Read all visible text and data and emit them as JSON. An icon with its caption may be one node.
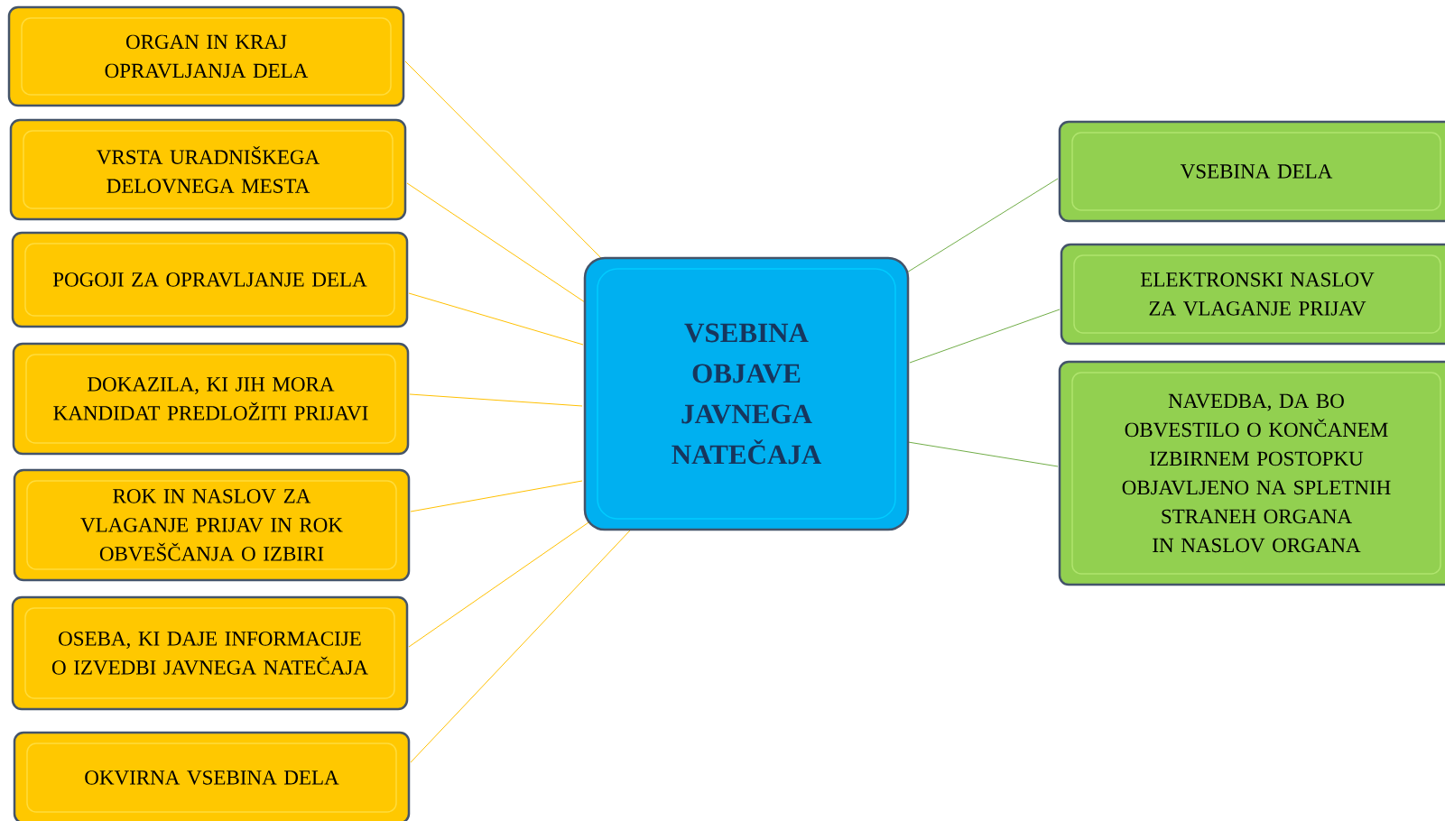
{
  "diagram": {
    "nodes": [
      {
        "text": [
          "VSEBINA OBJAVE JAVNEGA NATEČAJA"
        ]
      },
      {
        "text": [
          "ORGAN IN KRAJ OPRAVLJANJA DELA"
        ]
      },
      {
        "text": [
          "VRSTA URADNIŠKEGA DELOVNEGA MESTA"
        ]
      },
      {
        "text": [
          "POGOJI ZA OPRAVLJANJE DELA"
        ]
      },
      {
        "text": [
          "DOKAZILA, KI JIH MORA KANDIDAT PREDLOŽITI PRIJAVI"
        ]
      },
      {
        "text": [
          "ROK IN NASLOV ZA VLAGANJE PRIJAV IN ROK OBVEŠČANJA O IZBIRI"
        ]
      },
      {
        "text": [
          "OSEBA, KI DAJE INFORMACIJE O IZVEDBI JAVNEGA NATEČAJA"
        ]
      },
      {
        "text": [
          "OKVIRNA VSEBINA DELA"
        ]
      },
      {
        "text": [
          "VSEBINA DELA"
        ]
      },
      {
        "text": [
          "ELEKTRONSKI NASLOV ZA VLAGANJE PRIJAV"
        ]
      },
      {
        "text": [
          "NAVEDBA, DA BO OBVESTILO O KONČANEM IZBIRNEM POSTOPKU OBJAVLJENO NA SPLETNIH STRANEH ORGANA IN NASLOV ORGANA"
        ]
      }
    ],
    "edges": [
      {
        "from": 0,
        "to": 1,
        "arrow": "none"
      },
      {
        "from": 0,
        "to": 2,
        "arrow": "none"
      },
      {
        "from": 0,
        "to": 3,
        "arrow": "none"
      },
      {
        "from": 0,
        "to": 4,
        "arrow": "none"
      },
      {
        "from": 0,
        "to": 5,
        "arrow": "none"
      },
      {
        "from": 0,
        "to": 6,
        "arrow": "none"
      },
      {
        "from": 0,
        "to": 7,
        "arrow": "none"
      },
      {
        "from": 0,
        "to": 8,
        "arrow": "none",
        "color": "#70ad47"
      },
      {
        "from": 0,
        "to": 9,
        "arrow": "none",
        "color": "#70ad47"
      },
      {
        "from": 0,
        "to": 10,
        "arrow": "none",
        "color": "#70ad47"
      }
    ]
  }
}
